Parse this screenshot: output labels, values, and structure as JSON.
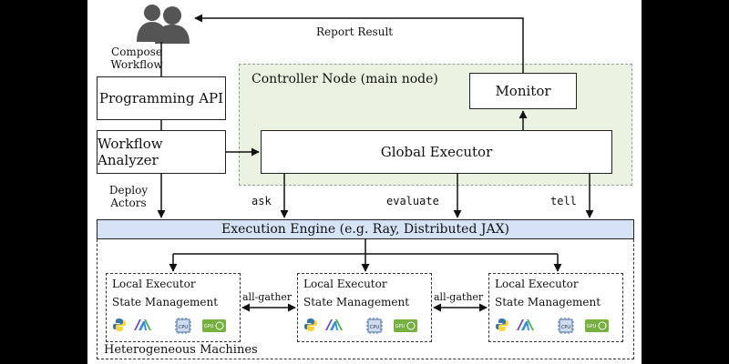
{
  "users": {
    "icon": "users-icon"
  },
  "report_result": "Report Result",
  "compose_workflow": [
    "Compose",
    "Workflow"
  ],
  "programming_api": "Programming API",
  "workflow_analyzer": "Workflow Analyzer",
  "deploy_actors": [
    "Deploy",
    "Actors"
  ],
  "controller_node": "Controller Node (main node)",
  "monitor": "Monitor",
  "global_executor": "Global Executor",
  "edges": {
    "ask": "ask",
    "evaluate": "evaluate",
    "tell": "tell"
  },
  "execution_engine": "Execution Engine (e.g. Ray, Distributed JAX)",
  "local_executors": [
    {
      "title": "Local Executor",
      "sub": "State Management"
    },
    {
      "title": "Local Executor",
      "sub": "State Management"
    },
    {
      "title": "Local Executor",
      "sub": "State Management"
    }
  ],
  "all_gather": "all-gather",
  "heterogeneous_machines": "Heterogeneous Machines",
  "chip_labels": {
    "cpu": "CPU",
    "gpu": "GPU"
  },
  "colors": {
    "controller_bg": "#eaf3e2",
    "engine_bg": "#d6e3f7",
    "python_blue": "#3776ab",
    "python_yellow": "#ffd43b",
    "jax_purple": "#6b4fbb",
    "gpu_green": "#76b041"
  }
}
